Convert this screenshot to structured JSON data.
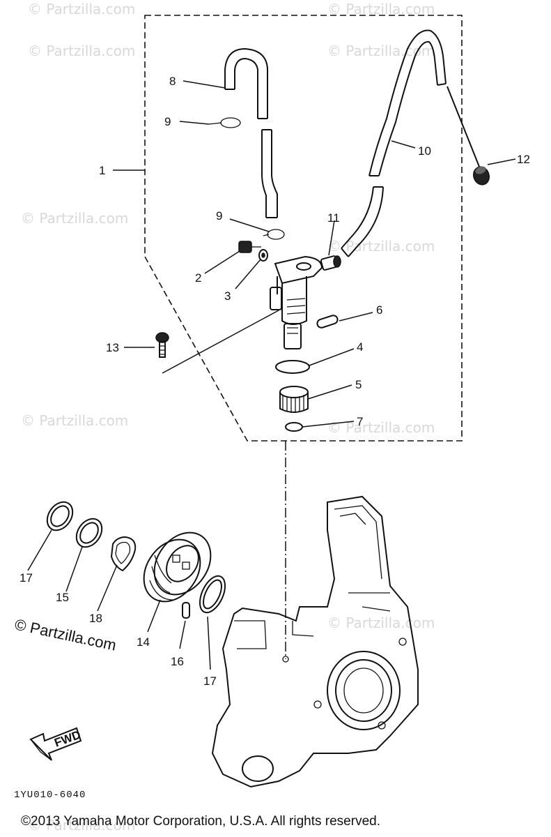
{
  "diagram": {
    "callouts": [
      {
        "id": "c1",
        "label": "1"
      },
      {
        "id": "c2",
        "label": "2"
      },
      {
        "id": "c3",
        "label": "3"
      },
      {
        "id": "c4",
        "label": "4"
      },
      {
        "id": "c5",
        "label": "5"
      },
      {
        "id": "c6",
        "label": "6"
      },
      {
        "id": "c7a",
        "label": "7"
      },
      {
        "id": "c8",
        "label": "8"
      },
      {
        "id": "c9a",
        "label": "9"
      },
      {
        "id": "c9b",
        "label": "9"
      },
      {
        "id": "c10",
        "label": "10"
      },
      {
        "id": "c11",
        "label": "11"
      },
      {
        "id": "c12",
        "label": "12"
      },
      {
        "id": "c13",
        "label": "13"
      },
      {
        "id": "c14",
        "label": "14"
      },
      {
        "id": "c15",
        "label": "15"
      },
      {
        "id": "c16",
        "label": "16"
      },
      {
        "id": "c17a",
        "label": "17"
      },
      {
        "id": "c17b",
        "label": "17"
      },
      {
        "id": "c18",
        "label": "18"
      }
    ],
    "fwd_label": "FWD",
    "drawing_code": "1YU010-6040",
    "watermark": "© Partzilla.com",
    "copyright": "©2013  Yamaha Motor Corporation, U.S.A. All rights reserved."
  }
}
